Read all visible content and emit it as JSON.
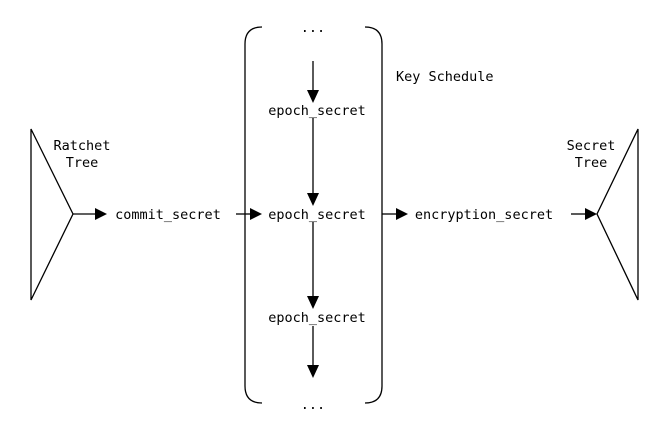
{
  "diagram": {
    "ratchet_tree": {
      "line1": "Ratchet",
      "line2": "Tree"
    },
    "secret_tree": {
      "line1": "Secret",
      "line2": "Tree"
    },
    "key_schedule_label": "Key Schedule",
    "ellipsis_top": "...",
    "ellipsis_bottom": "...",
    "commit_secret": "commit_secret",
    "epoch_secret_top": "epoch_secret",
    "epoch_secret_mid": "epoch_secret",
    "epoch_secret_bottom": "epoch_secret",
    "encryption_secret": "encryption_secret"
  }
}
